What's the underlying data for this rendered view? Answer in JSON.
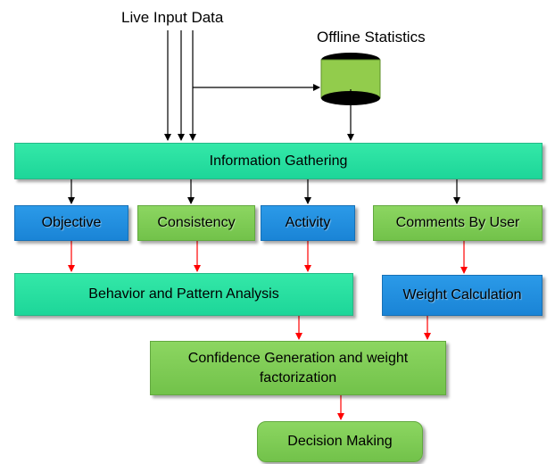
{
  "title_live": "Live Input Data",
  "title_offline": "Offline Statistics",
  "nodes": {
    "information_gathering": "Information Gathering",
    "objective": "Objective",
    "consistency": "Consistency",
    "activity": "Activity",
    "comments_by_user": "Comments By User",
    "behavior_analysis": "Behavior and Pattern Analysis",
    "weight_calculation": "Weight Calculation",
    "confidence_generation": "Confidence Generation and weight factorization",
    "decision_making": "Decision Making"
  },
  "colors": {
    "teal": "#1dd699",
    "blue": "#1a84d6",
    "green": "#72c24a",
    "arrow_black": "#000000",
    "arrow_red": "#ff0000"
  }
}
